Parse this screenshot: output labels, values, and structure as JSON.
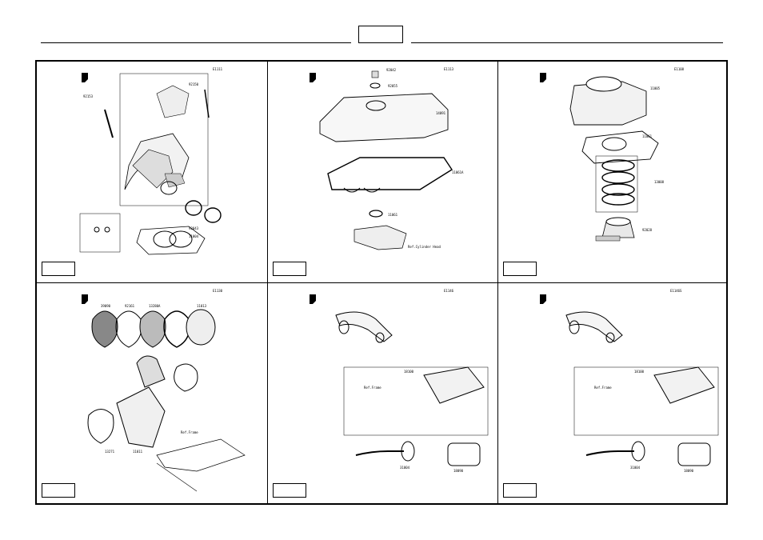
{
  "page": {
    "header_box": ""
  },
  "cells": [
    {
      "id": "cylinder-head",
      "label": "",
      "code": "E1111"
    },
    {
      "id": "cylinder-head-cover",
      "label": "",
      "code": "E1113",
      "ref_text": "Ref.Cylinder Head"
    },
    {
      "id": "cylinder-piston",
      "label": "",
      "code": "E1108"
    },
    {
      "id": "air-cleaner",
      "label": "",
      "code": "E1130",
      "ref_text": "Ref.Frame"
    },
    {
      "id": "muffler-a",
      "label": "",
      "code": "E1146",
      "ref_text": "Ref.Frame"
    },
    {
      "id": "muffler-b",
      "label": "",
      "code": "E1146S",
      "ref_text": "Ref.Frame"
    }
  ]
}
